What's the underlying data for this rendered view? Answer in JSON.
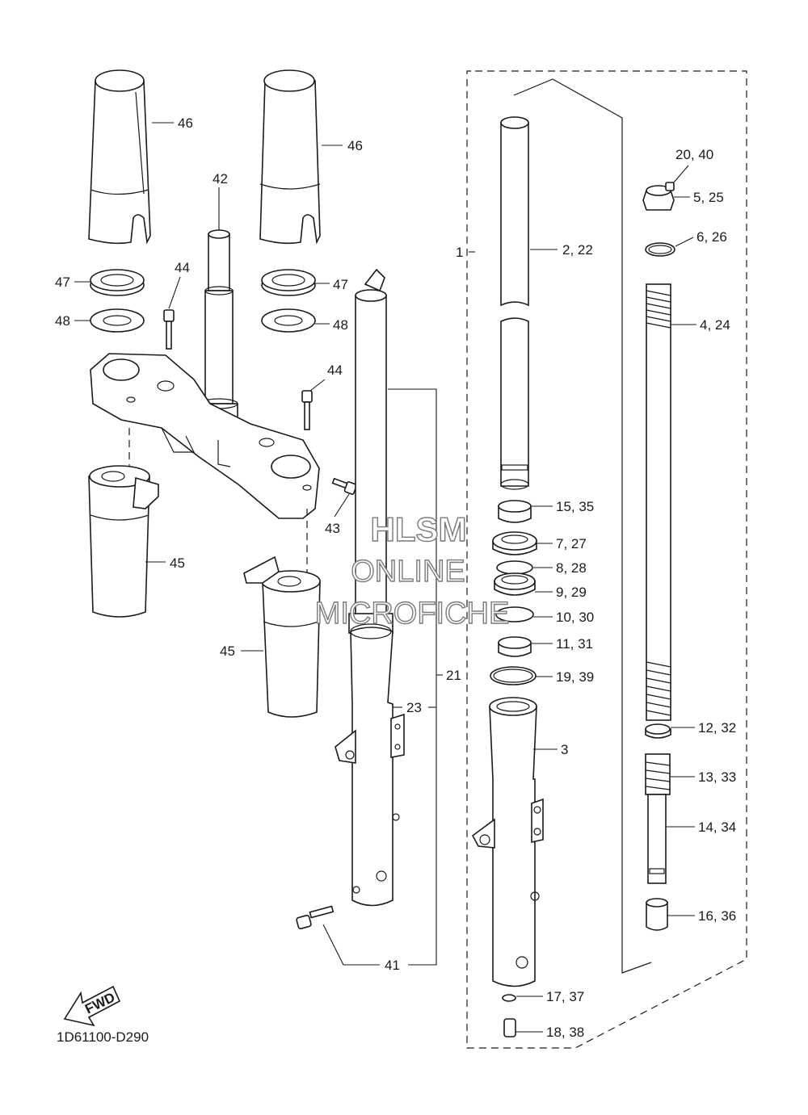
{
  "diagram_code": "1D61100-D290",
  "fwd_label": "FWD",
  "watermark": {
    "line1": "HLSM",
    "line2": "ONLINE",
    "line3": "MICROFICHE"
  },
  "callouts": {
    "c1": "1",
    "c2_22": "2, 22",
    "c3": "3",
    "c4_24": "4, 24",
    "c5_25": "5, 25",
    "c6_26": "6, 26",
    "c7_27": "7, 27",
    "c8_28": "8, 28",
    "c9_29": "9, 29",
    "c10_30": "10, 30",
    "c11_31": "11, 31",
    "c12_32": "12, 32",
    "c13_33": "13, 33",
    "c14_34": "14, 34",
    "c15_35": "15, 35",
    "c16_36": "16, 36",
    "c17_37": "17, 37",
    "c18_38": "18, 38",
    "c19_39": "19, 39",
    "c20_40": "20, 40",
    "c21": "21",
    "c23": "23",
    "c41": "41",
    "c42": "42",
    "c43": "43",
    "c44a": "44",
    "c44b": "44",
    "c45a": "45",
    "c45b": "45",
    "c46a": "46",
    "c46b": "46",
    "c47a": "47",
    "c47b": "47",
    "c48a": "48",
    "c48b": "48"
  }
}
